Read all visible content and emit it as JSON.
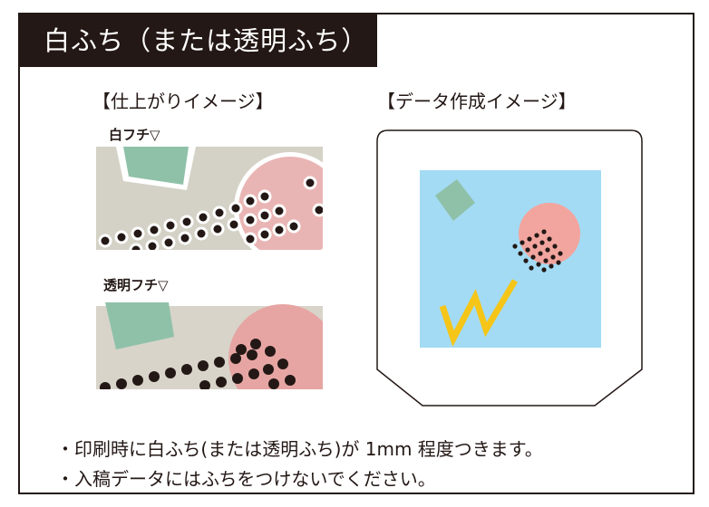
{
  "title": "白ふち（または透明ふち）",
  "finish_heading": "【仕上がりイメージ】",
  "data_heading": "【データ作成イメージ】",
  "white_edge_label": "白フチ▽",
  "clear_edge_label": "透明フチ▽",
  "notes": [
    "・印刷時に白ふち(または透明ふち)が 1mm 程度つきます。",
    "・入稿データにはふちをつけないでください。"
  ],
  "colors": {
    "title_bg": "#231815",
    "canvas": "#d8d4ca",
    "teal": "#8fc1a9",
    "pink": "#f2a59e",
    "sky": "#a3dbf4",
    "yellow": "#f5c518"
  }
}
